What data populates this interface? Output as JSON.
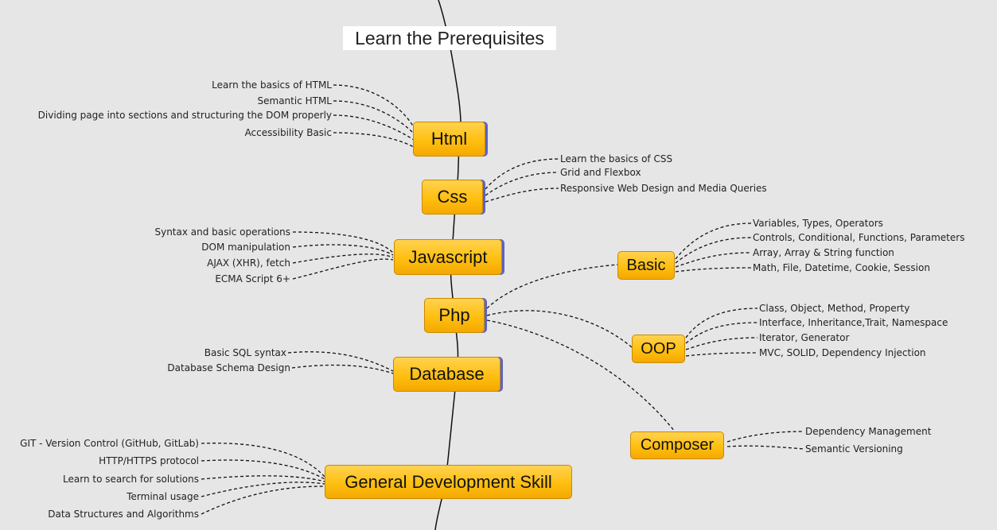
{
  "title": "Learn the Prerequisites",
  "nodes": {
    "html": "Html",
    "css": "Css",
    "javascript": "Javascript",
    "php": "Php",
    "database": "Database",
    "general": "General Development Skill",
    "basic": "Basic",
    "oop": "OOP",
    "composer": "Composer"
  },
  "leaves": {
    "html": [
      "Learn the basics of HTML",
      "Semantic HTML",
      "Dividing page into sections and structuring the DOM properly",
      "Accessibility Basic"
    ],
    "css": [
      "Learn the basics of CSS",
      "Grid and Flexbox",
      "Responsive Web Design and Media Queries"
    ],
    "javascript": [
      "Syntax and basic operations",
      "DOM manipulation",
      "AJAX (XHR), fetch",
      "ECMA Script 6+"
    ],
    "database": [
      "Basic SQL syntax",
      "Database Schema Design"
    ],
    "general": [
      "GIT - Version Control (GitHub, GitLab)",
      "HTTP/HTTPS protocol",
      "Learn to search for solutions",
      "Terminal usage",
      "Data Structures and Algorithms"
    ],
    "basic": [
      "Variables, Types, Operators",
      "Controls, Conditional, Functions, Parameters",
      "Array, Array & String function",
      "Math, File, Datetime, Cookie, Session"
    ],
    "oop": [
      "Class, Object, Method, Property",
      "Interface, Inheritance,Trait, Namespace",
      "Iterator, Generator",
      "MVC, SOLID, Dependency Injection"
    ],
    "composer": [
      "Dependency Management",
      "Semantic Versioning"
    ]
  },
  "colors": {
    "node_fill": "#ffbf10",
    "node_shadow": "#5a63c8",
    "background": "#e6e6e6",
    "line": "#111111"
  }
}
